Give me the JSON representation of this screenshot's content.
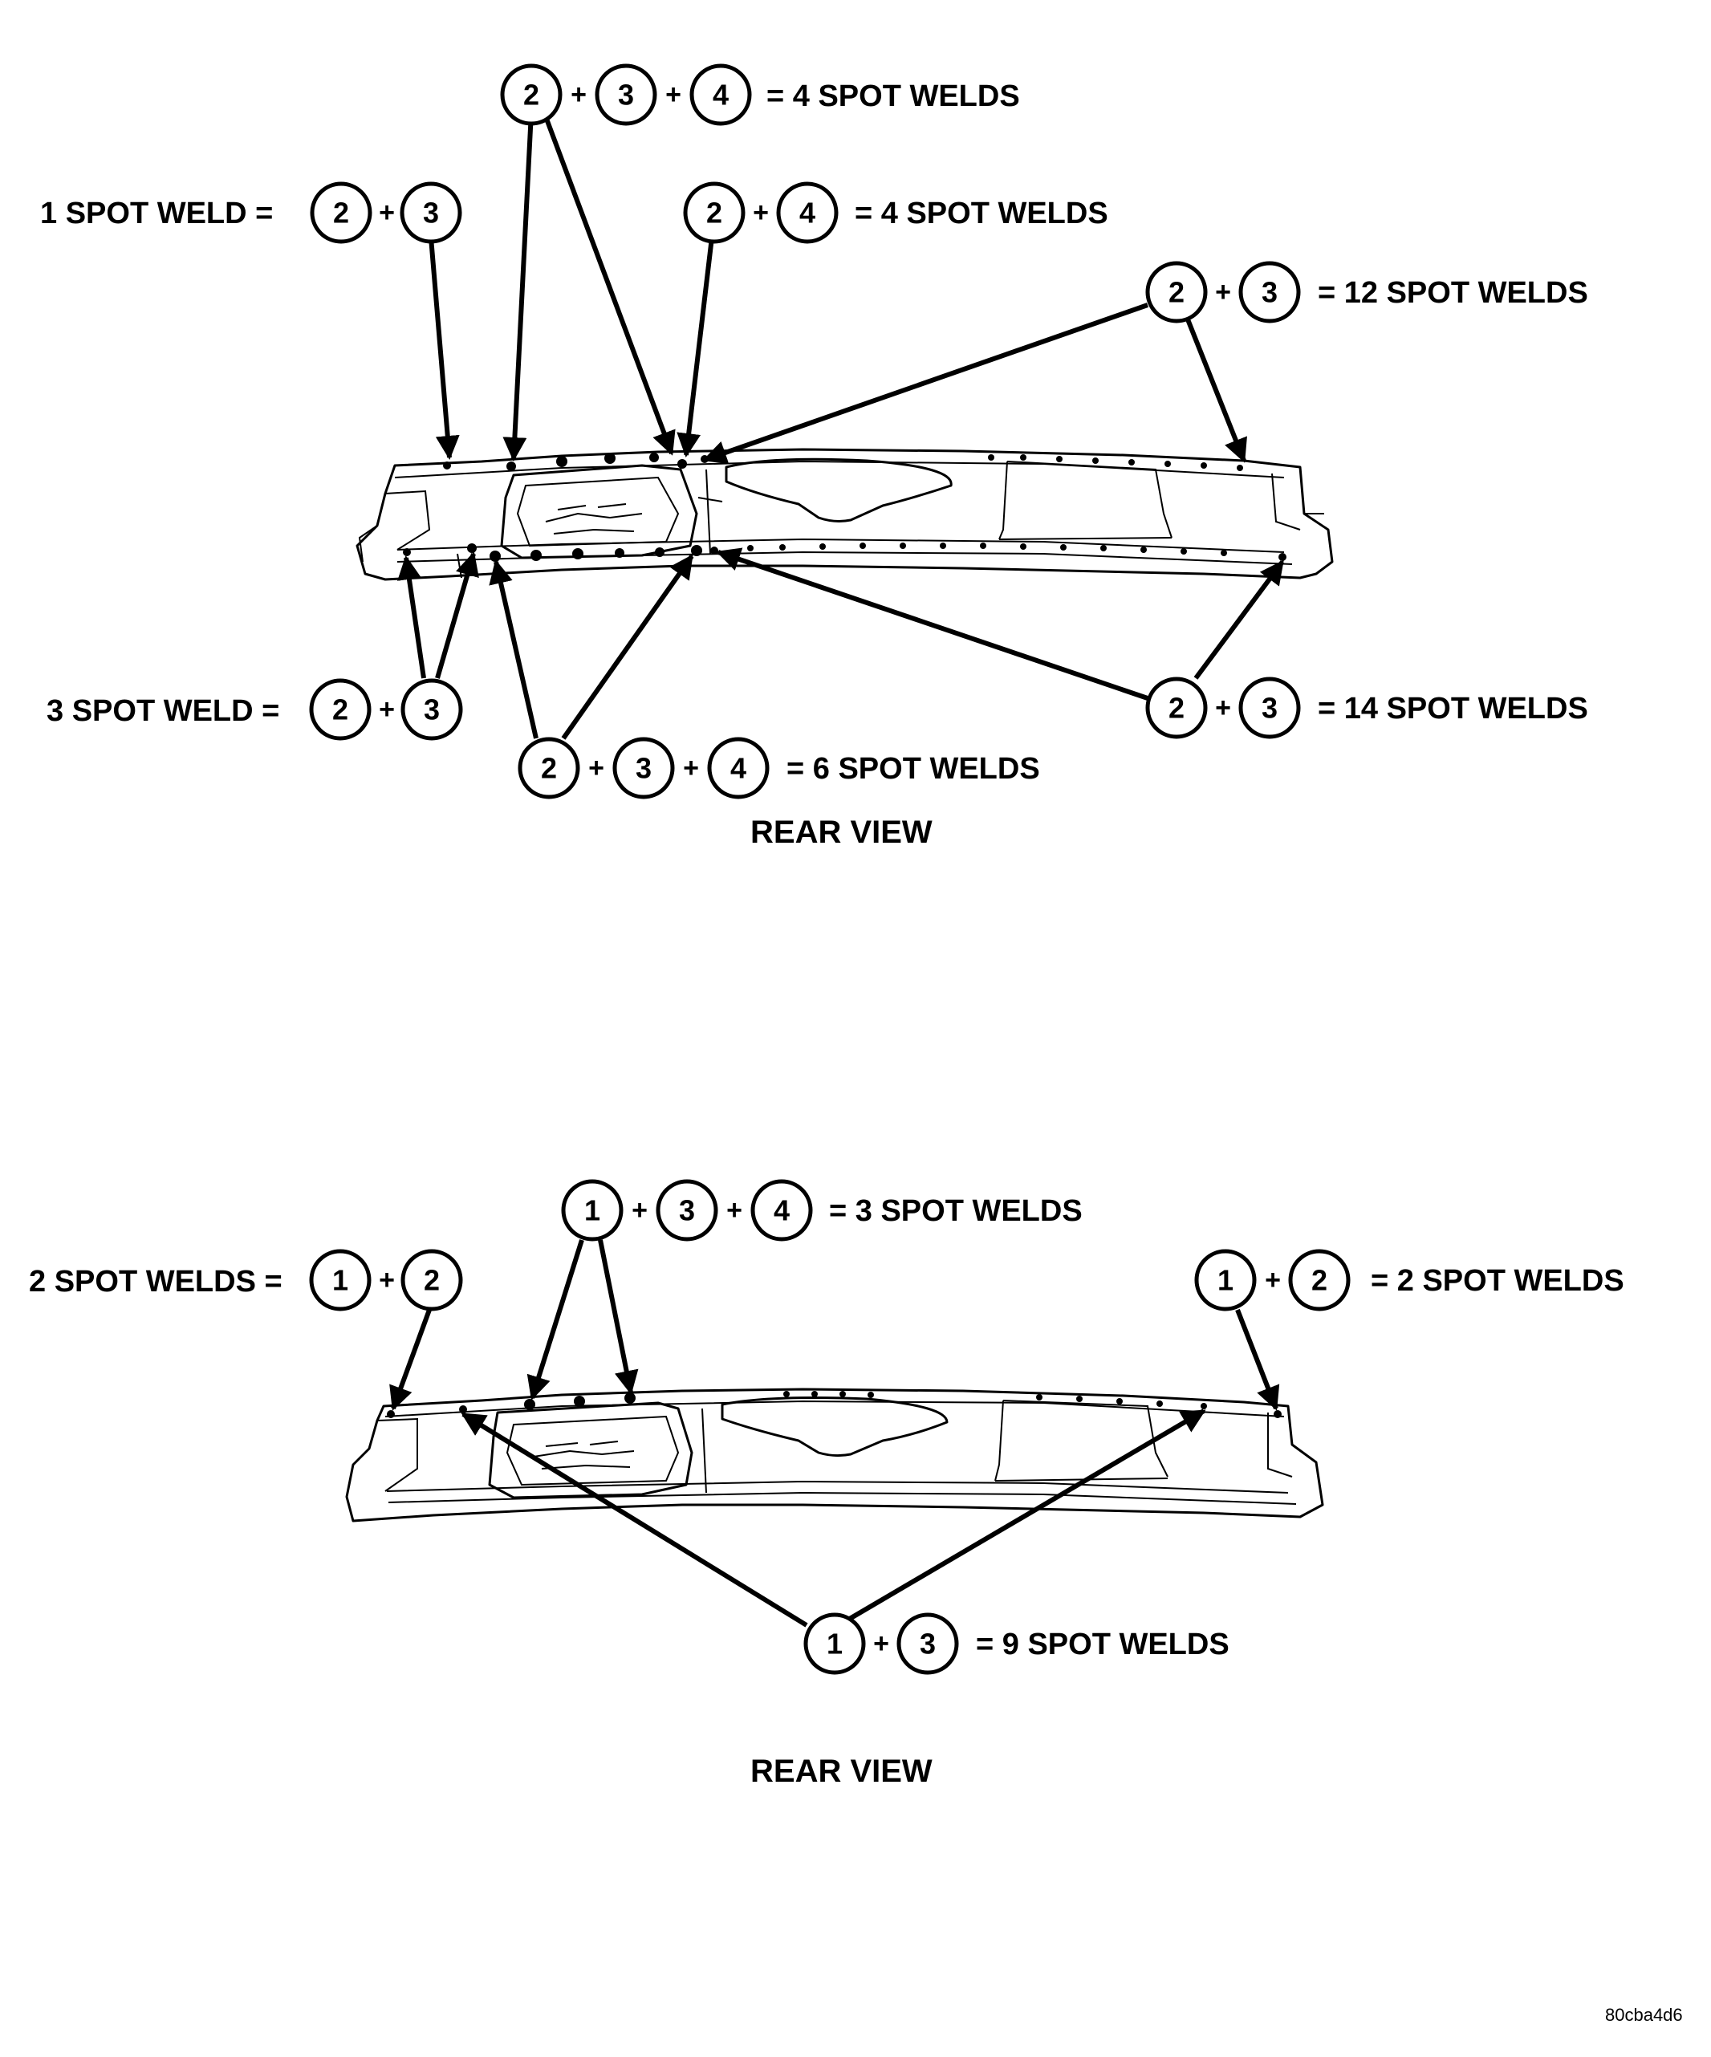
{
  "views": [
    {
      "title": "REAR VIEW"
    },
    {
      "title": "REAR VIEW"
    }
  ],
  "callouts": [
    {
      "parts": [
        "2",
        "3",
        "4"
      ],
      "text": "= 4 SPOT WELDS"
    },
    {
      "parts": [
        "2",
        "3"
      ],
      "text": "1 SPOT WELD ="
    },
    {
      "parts": [
        "2",
        "4"
      ],
      "text": "= 4 SPOT WELDS"
    },
    {
      "parts": [
        "2",
        "3"
      ],
      "text": "= 12 SPOT WELDS"
    },
    {
      "parts": [
        "2",
        "3"
      ],
      "text": "3 SPOT WELD ="
    },
    {
      "parts": [
        "2",
        "3"
      ],
      "text": "= 14 SPOT WELDS"
    },
    {
      "parts": [
        "2",
        "3",
        "4"
      ],
      "text": "= 6 SPOT WELDS"
    },
    {
      "parts": [
        "1",
        "3",
        "4"
      ],
      "text": "= 3 SPOT WELDS"
    },
    {
      "parts": [
        "1",
        "2"
      ],
      "text": "2 SPOT WELDS ="
    },
    {
      "parts": [
        "1",
        "2"
      ],
      "text": "= 2 SPOT WELDS"
    },
    {
      "parts": [
        "1",
        "3"
      ],
      "text": "= 9 SPOT WELDS"
    }
  ],
  "plus_sign": "+",
  "figure_code": "80cba4d6"
}
